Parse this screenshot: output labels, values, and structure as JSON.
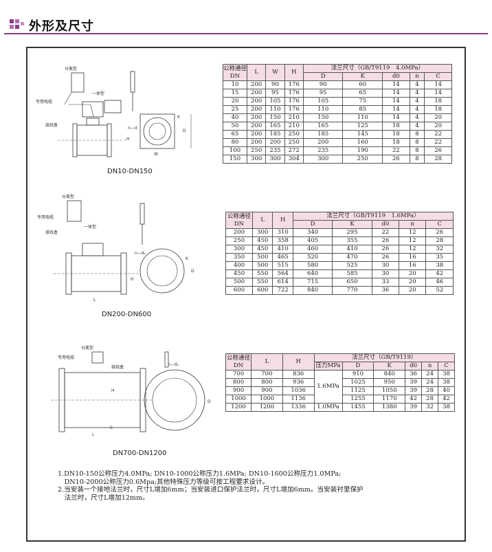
{
  "header": {
    "title": "外形及尺寸"
  },
  "drawings": [
    {
      "label": "DN10-DN150",
      "sep": "分离型",
      "integ": "一体型",
      "cable": "专用电缆",
      "box": "接线盒",
      "n_d": "n—d"
    },
    {
      "label": "DN200-DN600",
      "sep": "分离型",
      "integ": "一体型",
      "cable": "专用电缆",
      "box": "接线盒",
      "n_d": "n—dₐ"
    },
    {
      "label": "DN700-DN1200",
      "sep": "分离型",
      "cable": "专用电缆",
      "box": "接线盒",
      "n_d": "n—dₐ"
    }
  ],
  "table1": {
    "h_dn": "公称通径DN",
    "h_l": "L",
    "h_w": "W",
    "h_h": "H",
    "flange": "法兰尺寸（GB/T9119　4.0MPa）",
    "cols": [
      "D",
      "K",
      "d0",
      "n",
      "C"
    ],
    "rows": [
      [
        "10",
        "200",
        "90",
        "176",
        "90",
        "60",
        "14",
        "4",
        "14"
      ],
      [
        "15",
        "200",
        "95",
        "176",
        "95",
        "65",
        "14",
        "4",
        "14"
      ],
      [
        "20",
        "200",
        "105",
        "176",
        "105",
        "75",
        "14",
        "4",
        "18"
      ],
      [
        "25",
        "200",
        "110",
        "176",
        "110",
        "85",
        "14",
        "4",
        "18"
      ],
      [
        "40",
        "200",
        "150",
        "210",
        "150",
        "110",
        "14",
        "4",
        "20"
      ],
      [
        "50",
        "200",
        "165",
        "210",
        "165",
        "125",
        "18",
        "4",
        "20"
      ],
      [
        "65",
        "200",
        "185",
        "250",
        "185",
        "145",
        "18",
        "8",
        "22"
      ],
      [
        "80",
        "200",
        "200",
        "250",
        "200",
        "160",
        "18",
        "8",
        "22"
      ],
      [
        "100",
        "250",
        "235",
        "272",
        "235",
        "190",
        "22",
        "8",
        "26"
      ],
      [
        "150",
        "300",
        "300",
        "304",
        "300",
        "250",
        "26",
        "8",
        "28"
      ]
    ]
  },
  "table2": {
    "h_dn": "公称通径DN",
    "h_l": "L",
    "h_h": "H",
    "flange": "法兰尺寸（GB/T9119　1.6MPa）",
    "cols": [
      "D",
      "K",
      "d0",
      "n",
      "C"
    ],
    "rows": [
      [
        "200",
        "300",
        "310",
        "340",
        "295",
        "22",
        "12",
        "26"
      ],
      [
        "250",
        "450",
        "358",
        "405",
        "355",
        "26",
        "12",
        "28"
      ],
      [
        "300",
        "450",
        "410",
        "460",
        "410",
        "26",
        "12",
        "32"
      ],
      [
        "350",
        "500",
        "465",
        "520",
        "470",
        "26",
        "16",
        "35"
      ],
      [
        "400",
        "500",
        "515",
        "580",
        "525",
        "30",
        "16",
        "38"
      ],
      [
        "450",
        "550",
        "564",
        "640",
        "585",
        "30",
        "20",
        "42"
      ],
      [
        "500",
        "550",
        "614",
        "715",
        "650",
        "33",
        "20",
        "46"
      ],
      [
        "600",
        "600",
        "722",
        "840",
        "770",
        "36",
        "20",
        "52"
      ]
    ]
  },
  "table3": {
    "h_dn": "公称通径DN",
    "h_l": "L",
    "h_h": "H",
    "flange": "法兰尺寸（GB/T9119）",
    "h_p": "压力MPa",
    "cols": [
      "D",
      "K",
      "d0",
      "n",
      "C"
    ],
    "p1": "1.6MPa",
    "p2": "1.0MPa",
    "rows": [
      [
        "700",
        "700",
        "836",
        "910",
        "840",
        "36",
        "24",
        "38"
      ],
      [
        "800",
        "800",
        "936",
        "1025",
        "950",
        "39",
        "24",
        "38"
      ],
      [
        "900",
        "900",
        "1036",
        "1125",
        "1050",
        "39",
        "28",
        "40"
      ],
      [
        "1000",
        "1000",
        "1136",
        "1255",
        "1170",
        "42",
        "28",
        "42"
      ],
      [
        "1200",
        "1200",
        "1336",
        "1455",
        "1380",
        "39",
        "32",
        "38"
      ]
    ]
  },
  "notes": [
    "1.DN10-150公称压力4.0MPa; DN10-1000公称压力1.6MPa; DN10-1600公称压力1.0MPa;",
    "　DN10-2000公称压力0.6Mpa;其他特殊压力等级可按工程要求设计。",
    "2.当安装一个接地法兰时，尺寸L增加6mm；当安装进口保护法兰时，尺寸L增加6mm。当安装衬里保护",
    "　法兰时，尺寸L增加12mm。"
  ],
  "colors": {
    "rule": "#8a3a8a",
    "table_header": "#f4dde4"
  }
}
